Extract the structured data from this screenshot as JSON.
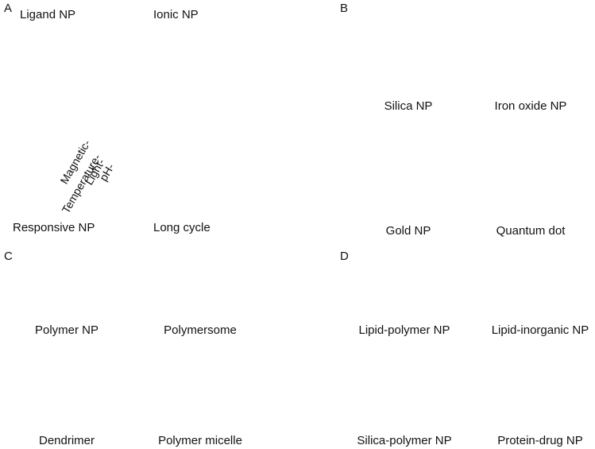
{
  "panels": {
    "a": {
      "letter": "A",
      "quadrants": {
        "top_left": "Ligand NP",
        "top_right": "Ionic NP",
        "bottom_left": "Responsive NP",
        "bottom_right": "Long cycle"
      },
      "stimuli": [
        "Magnetic-",
        "Temperature-",
        "Light-",
        "pH-"
      ],
      "colors": {
        "lipid": "#b7a8e8",
        "lipid_dark": "#8f7fd6",
        "magnetic": "#7a3b6e",
        "temperature": "#a9cf88",
        "light": "#3d6fb6",
        "ph": "#f0a048",
        "ligand": "#a9c9e6",
        "ionic": "#a9c9e6",
        "divider": "#e2a06a"
      }
    },
    "b": {
      "letter": "B",
      "items": [
        "Silica NP",
        "Iron oxide NP",
        "Gold NP",
        "Quantum dot"
      ]
    },
    "c": {
      "letter": "C",
      "items": [
        "Polymer NP",
        "Polymersome",
        "Dendrimer",
        "Polymer micelle"
      ]
    },
    "d": {
      "letter": "D",
      "items": [
        "Lipid-polymer NP",
        "Lipid-inorganic NP",
        "Silica-polymer NP",
        "Protein-drug NP"
      ]
    }
  }
}
